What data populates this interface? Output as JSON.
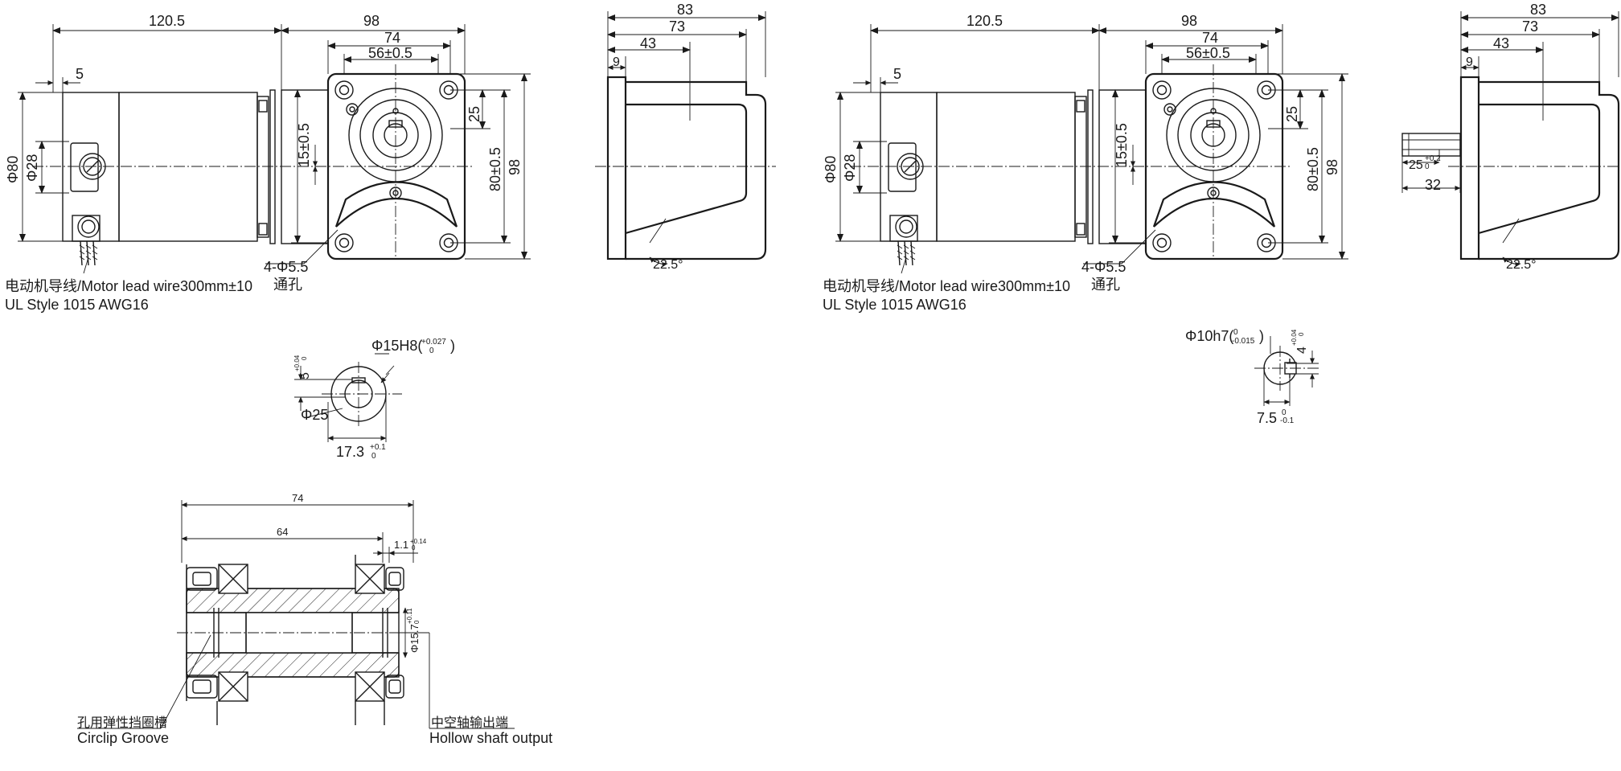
{
  "motor_left": {
    "body_length": "120.5",
    "gearbox_length": "98",
    "flange_74": "74",
    "flange_56": "56±0.5",
    "dim_5": "5",
    "dia_80": "Φ80",
    "dia_28": "Φ28",
    "offset_15": "15±0.5",
    "height_25": "25",
    "height_80": "80±0.5",
    "height_98": "98",
    "holes": "4-Φ5.5",
    "holes_cn": "通孔",
    "lead_wire": "电动机导线/Motor lead wire300mm±10",
    "ul_style": "UL Style 1015 AWG16"
  },
  "side_left": {
    "d83": "83",
    "d73": "73",
    "d43": "43",
    "d9": "9",
    "angle": "22.5°"
  },
  "motor_right": {
    "body_length": "120.5",
    "gearbox_length": "98",
    "flange_74": "74",
    "flange_56": "56±0.5",
    "dim_5": "5",
    "dia_80": "Φ80",
    "dia_28": "Φ28",
    "offset_15": "15±0.5",
    "height_25": "25",
    "height_80": "80±0.5",
    "height_98": "98",
    "holes": "4-Φ5.5",
    "holes_cn": "通孔",
    "lead_wire": "电动机导线/Motor lead wire300mm±10",
    "ul_style": "UL Style 1015 AWG16"
  },
  "side_right": {
    "d83": "83",
    "d73": "73",
    "d43": "43",
    "d9": "9",
    "angle": "22.5°",
    "shaft_25": "25",
    "shaft_25_tol_upper": "+0.2",
    "shaft_25_tol_lower": "0",
    "shaft_32": "32"
  },
  "bore_detail": {
    "bore_main": "Φ15H8(",
    "bore_tol_upper": "+0.027",
    "bore_tol_lower": "0",
    "bore_close": ")",
    "key_5": "5",
    "key_5_tol_upper": "+0.04",
    "key_5_tol_lower": "0",
    "outer_dia": "Φ25",
    "depth_17": "17.3",
    "depth_17_tol_upper": "+0.1",
    "depth_17_tol_lower": "0"
  },
  "shaft_detail": {
    "shaft_main": "Φ10h7(",
    "shaft_tol_upper": "0",
    "shaft_tol_lower": "-0.015",
    "shaft_close": ")",
    "key_4": "4",
    "key_4_tol_upper": "+0.04",
    "key_4_tol_lower": "0",
    "flat_75": "7.5",
    "flat_75_tol_upper": "0",
    "flat_75_tol_lower": "-0.1"
  },
  "hollow_section": {
    "len_74": "74",
    "len_64": "64",
    "groove_w": "1.1",
    "groove_w_tol_upper": "+0.14",
    "groove_w_tol_lower": "0",
    "groove_dia": "Φ15.7",
    "groove_dia_tol_upper": "+0.11",
    "groove_dia_tol_lower": "0",
    "circlip_cn": "孔用弹性挡圈槽",
    "circlip_en": "Circlip Groove",
    "hollow_cn": "中空轴输出端",
    "hollow_en": "Hollow shaft output"
  }
}
